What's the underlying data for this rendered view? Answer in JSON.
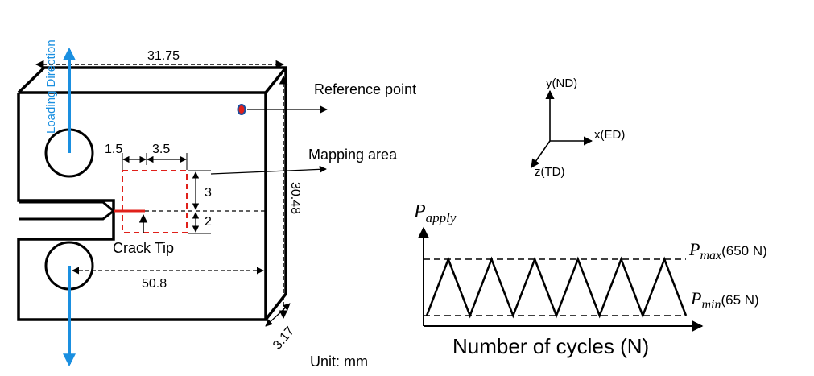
{
  "specimen": {
    "dim_width": "31.75",
    "dim_height": "30.48",
    "dim_thickness": "3.17",
    "dim_hole_to_edge": "50.8",
    "dim_offset": "1.5",
    "dim_map_width": "3.5",
    "dim_map_upper": "3",
    "dim_map_lower": "2",
    "crack_tip_label": "Crack Tip",
    "loading_direction_label": "Loading Direction",
    "reference_point_label": "Reference point",
    "mapping_area_label": "Mapping area",
    "unit_label": "Unit: mm"
  },
  "axes": {
    "y_label": "y(ND)",
    "x_label": "x(ED)",
    "z_label": "z(TD)"
  },
  "load_plot": {
    "y_label_main": "P",
    "y_label_sub": "apply",
    "x_label": "Number of cycles (N)",
    "pmax_main": "P",
    "pmax_sub": "max",
    "pmax_value": "(650 N)",
    "pmin_main": "P",
    "pmin_sub": "min",
    "pmin_value": "(65 N)",
    "cycles_shown": 6
  },
  "colors": {
    "arrow_blue": "#1a8fe0",
    "mapping_red": "#e0201a",
    "ref_point_fill": "#e0201a",
    "ref_point_ring": "#1a4fa0",
    "line": "#000000"
  }
}
